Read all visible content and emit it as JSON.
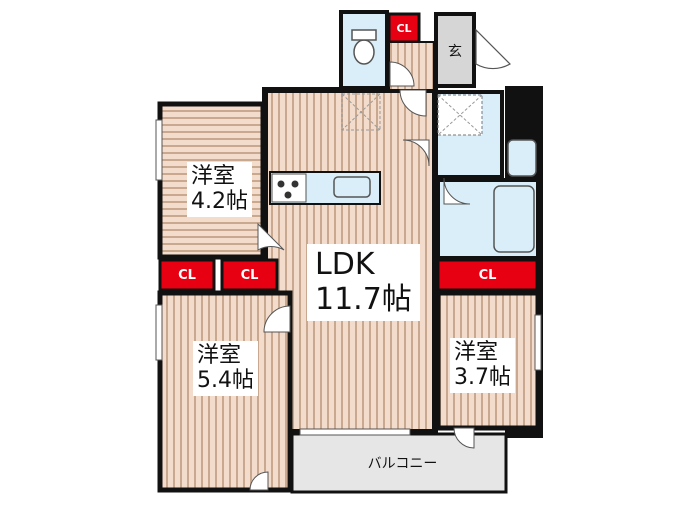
{
  "rooms": {
    "yoshitsu_a": {
      "name": "洋室",
      "size": "4.2帖"
    },
    "yoshitsu_b": {
      "name": "洋室",
      "size": "5.4帖"
    },
    "yoshitsu_c": {
      "name": "洋室",
      "size": "3.7帖"
    },
    "ldk": {
      "name": "LDK",
      "size": "11.7帖"
    }
  },
  "closets": {
    "label": "CL"
  },
  "entrance": {
    "label": "玄"
  },
  "balcony": {
    "label": "バルコニー"
  },
  "colors": {
    "wall": "#111111",
    "wood_light": "#f3dccb",
    "wood_stripe": "#c9a890",
    "closet_red": "#e60012",
    "wet_area_blue": "#d9eef8",
    "entrance_gray": "#d6d6d6",
    "balcony_gray": "#e6e6e6"
  }
}
